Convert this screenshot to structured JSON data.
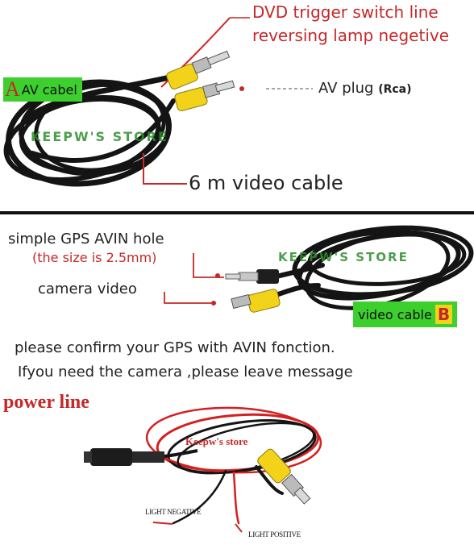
{
  "panel_av": {
    "dvd_trigger_label": "DVD trigger switch line",
    "reversing_label": "reversing lamp negetive",
    "av_plug_label": "AV plug",
    "av_plug_note": "(Rca)",
    "tag_letter": "A",
    "tag_label": "AV cabel",
    "watermark": "KEEPW'S STORE",
    "length_label": "6 m video cable"
  },
  "panel_video": {
    "gps_label": "simple GPS AVIN hole",
    "size_note": "(the size is 2.5mm)",
    "camera_label": "camera video",
    "tag_label": "video cable",
    "tag_letter": "B",
    "watermark": "KEEPW'S STORE",
    "note_line_1": "please confirm your GPS with AVIN fonction.",
    "note_line_2": "Ifyou need the camera ,please leave message"
  },
  "panel_power": {
    "title": "power line",
    "watermark": "Keepw's store",
    "negative_label": "LIGHT NEGATIVE",
    "positive_label": "LIGHT POSITIVE"
  },
  "colors": {
    "accent_red": "#c62828",
    "tag_green": "#3ccf2e",
    "plug_yellow": "#f2d31a",
    "cable_black": "#141414",
    "wire_red": "#d42020"
  }
}
